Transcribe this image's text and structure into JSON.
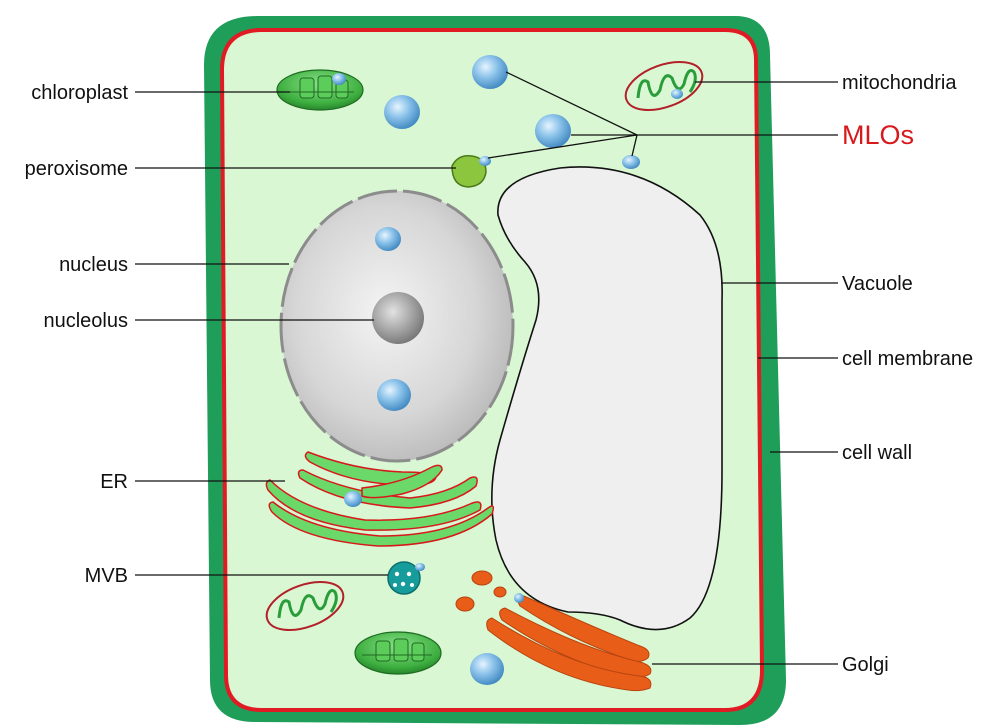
{
  "labels": {
    "chloroplast": "chloroplast",
    "peroxisome": "peroxisome",
    "nucleus": "nucleus",
    "nucleolus": "nucleolus",
    "er": "ER",
    "mvb": "MVB",
    "mitochondria": "mitochondria",
    "mlos": "MLOs",
    "vacuole": "Vacuole",
    "cell_membrane": "cell membrane",
    "cell_wall": "cell wall",
    "golgi": "Golgi"
  },
  "colors": {
    "cell_wall": "#1f9e5a",
    "cell_membrane": "#e01b24",
    "cytoplasm": "#d8f7d2",
    "nucleus_fill": "#d4d4d4",
    "vacuole_fill": "#efefef",
    "er": "#6bd96a",
    "golgi": "#e85d18",
    "mvb": "#179c9c",
    "peroxisome": "#8cc63f",
    "mlo_label": "#d7191c",
    "mlo_droplet": "#7ab8e0"
  },
  "icons": [
    "chloroplast-icon",
    "mitochondrion-icon",
    "peroxisome-icon",
    "mvb-icon",
    "golgi-icon",
    "er-icon",
    "mlo-droplet-icon"
  ]
}
